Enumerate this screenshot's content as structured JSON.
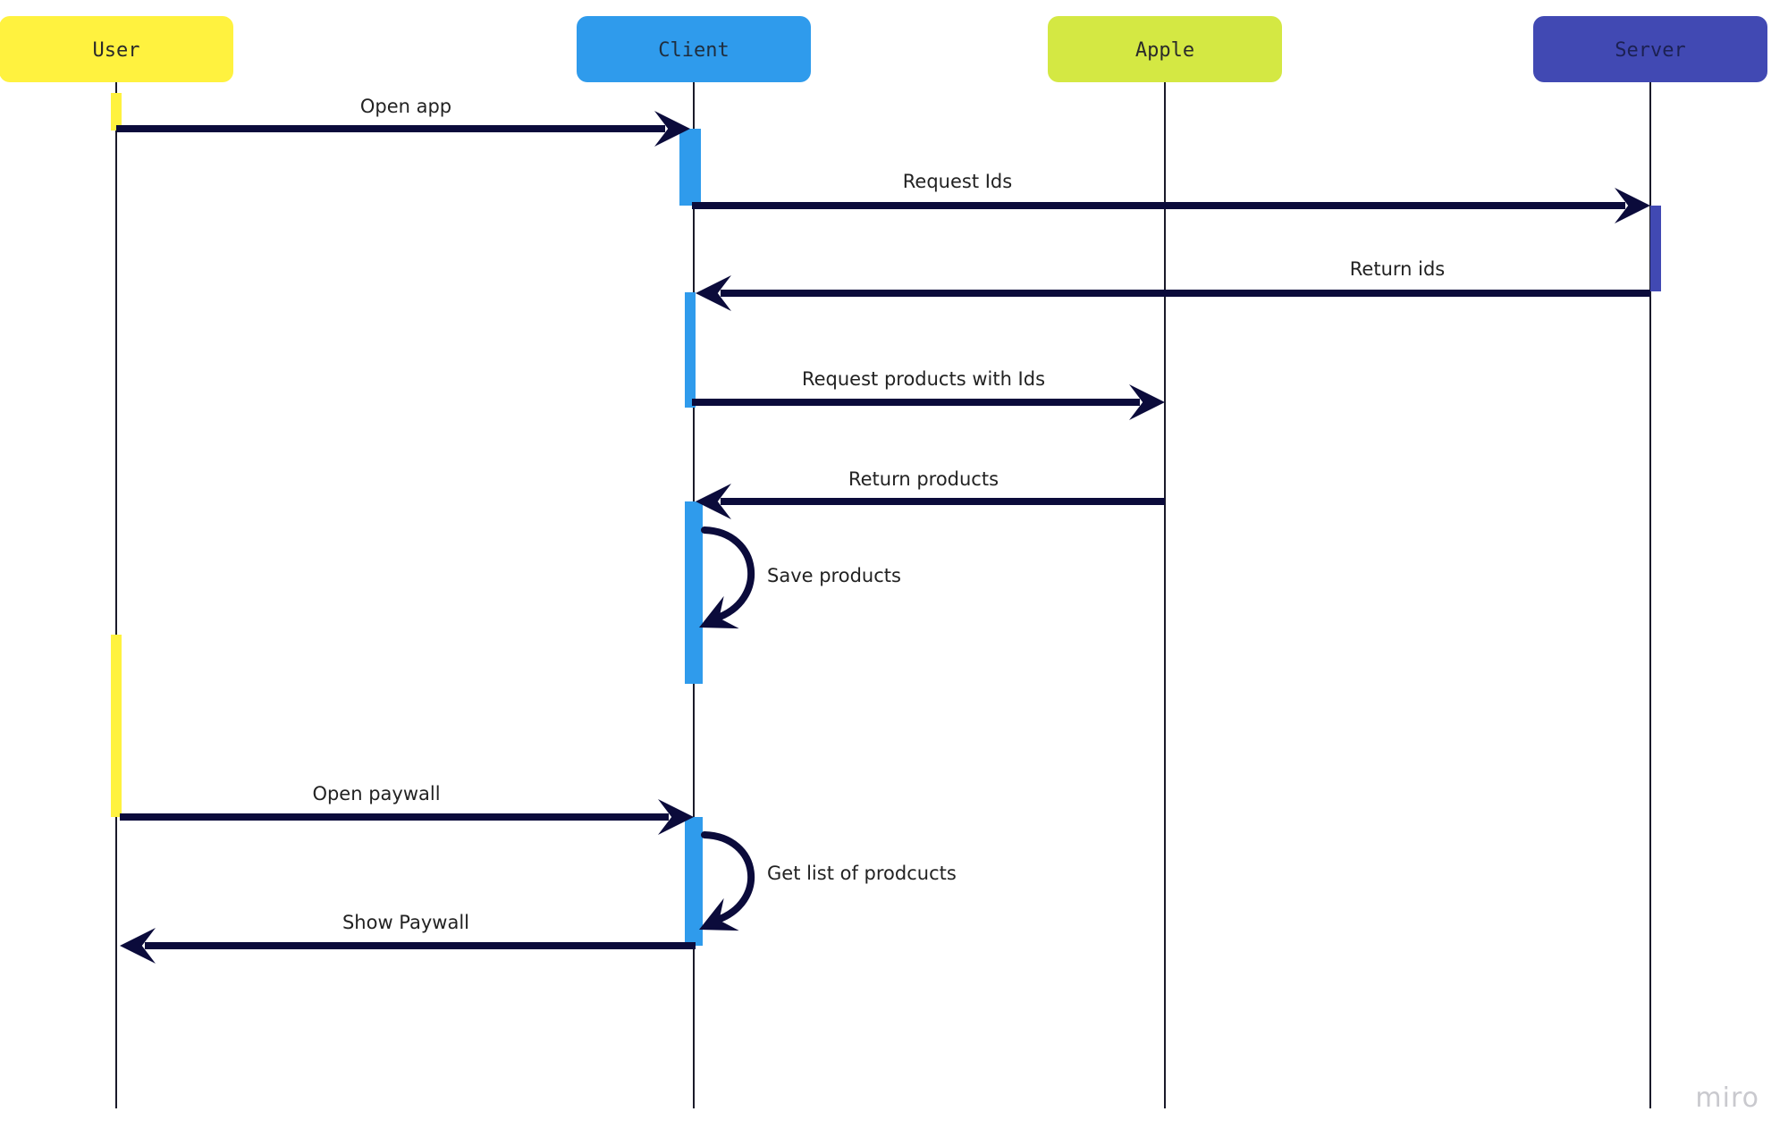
{
  "diagram": {
    "type": "sequence-diagram",
    "colors": {
      "arrow": "#0b0b3b",
      "lifeline": "#1a1a2a"
    },
    "actors": [
      {
        "id": "user",
        "label": "User",
        "color": "#fff23f",
        "text_color": "#2a2a2a"
      },
      {
        "id": "client",
        "label": "Client",
        "color": "#2f9bec",
        "text_color": "#1f2d3d"
      },
      {
        "id": "apple",
        "label": "Apple",
        "color": "#d4e843",
        "text_color": "#2a2a2a"
      },
      {
        "id": "server",
        "label": "Server",
        "color": "#4149b3",
        "text_color": "#1c2152"
      }
    ],
    "messages": [
      {
        "from": "user",
        "to": "client",
        "label": "Open app"
      },
      {
        "from": "client",
        "to": "server",
        "label": "Request Ids"
      },
      {
        "from": "server",
        "to": "client",
        "label": "Return ids"
      },
      {
        "from": "client",
        "to": "apple",
        "label": "Request products with Ids"
      },
      {
        "from": "apple",
        "to": "client",
        "label": "Return products"
      },
      {
        "from": "client",
        "to": "client",
        "label": "Save products"
      },
      {
        "from": "user",
        "to": "client",
        "label": "Open paywall"
      },
      {
        "from": "client",
        "to": "client",
        "label": "Get list of prodcucts"
      },
      {
        "from": "client",
        "to": "user",
        "label": "Show Paywall"
      }
    ]
  },
  "watermark": "miro"
}
